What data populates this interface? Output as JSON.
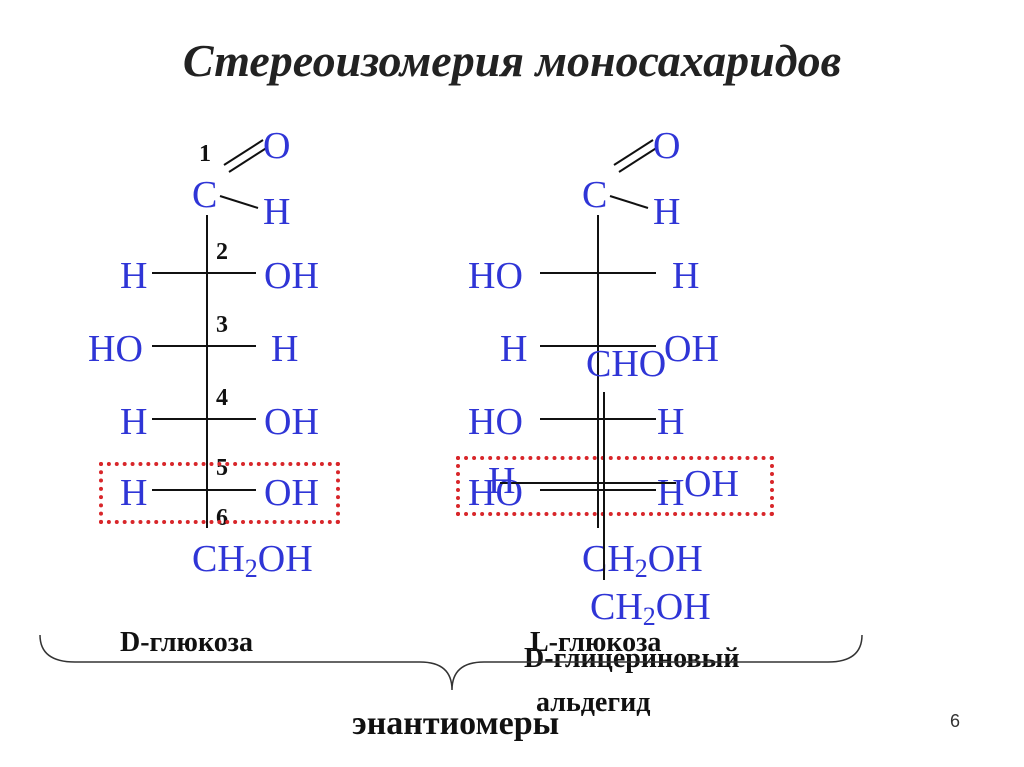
{
  "title": "Стереоизомерия моносахаридов",
  "d_glucose": {
    "numbers": [
      "1",
      "2",
      "3",
      "4",
      "5",
      "6"
    ],
    "c1": {
      "O": "O",
      "C": "C",
      "H": "H"
    },
    "rows": [
      {
        "left": "H",
        "right": "OH"
      },
      {
        "left": "HO",
        "right": "H"
      },
      {
        "left": "H",
        "right": "OH"
      },
      {
        "left": "H",
        "right": "OH"
      }
    ],
    "bottom": {
      "pre": "CH",
      "sub": "2",
      "post": "OH"
    },
    "name": "D-глюкоза"
  },
  "l_glucose": {
    "c1": {
      "O": "O",
      "C": "C",
      "H": "H"
    },
    "rows": [
      {
        "left": "HO",
        "right": "H"
      },
      {
        "left": "H",
        "right": "OH"
      },
      {
        "left": "HO",
        "right": "H"
      },
      {
        "left": "HO",
        "right": "H"
      }
    ],
    "bottom": {
      "pre": "CH",
      "sub": "2",
      "post": "OH"
    },
    "name": "L-глюкоза"
  },
  "glyceraldehyde": {
    "top": "CHO",
    "row": {
      "left": "H",
      "right": "OH"
    },
    "bottom": {
      "pre": "CH",
      "sub": "2",
      "post": "OH"
    },
    "name_line1": "D-глицериновый",
    "name_line2": "альдегид"
  },
  "brace_label": "энантиомеры",
  "page_number": "6",
  "colors": {
    "atoms": "#2f35d6",
    "highlight": "#d8262a",
    "text": "#111111"
  }
}
